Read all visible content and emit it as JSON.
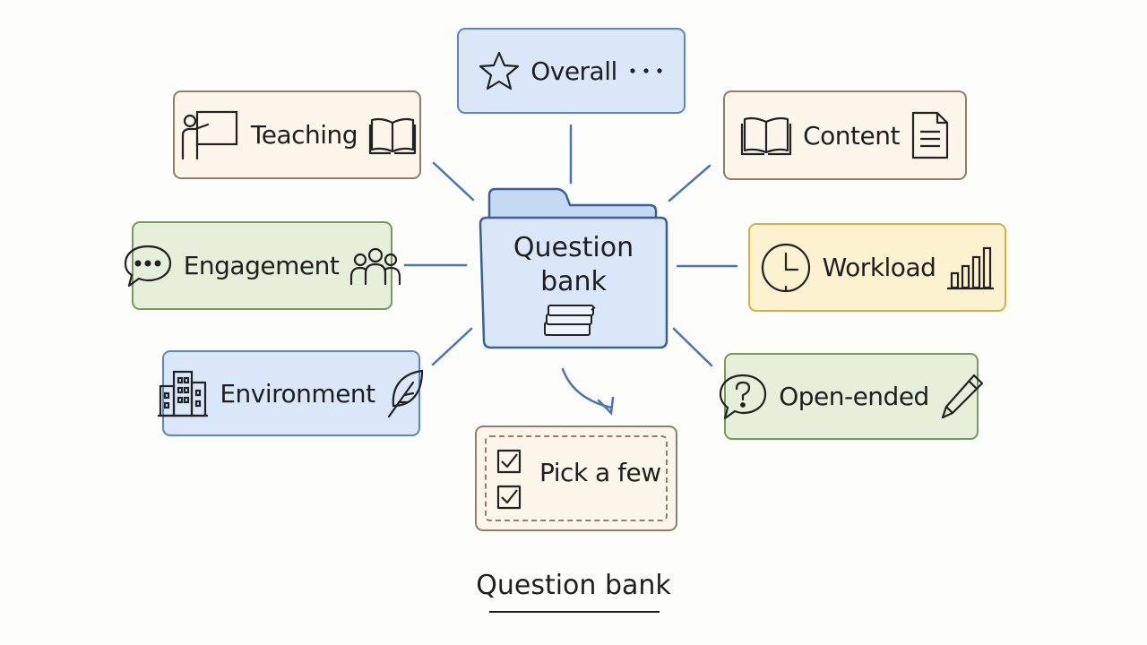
{
  "center": {
    "title_line1": "Question",
    "title_line2": "bank"
  },
  "categories": [
    {
      "label": "Overall"
    },
    {
      "label": "Teaching"
    },
    {
      "label": "Content"
    },
    {
      "label": "Engagement"
    },
    {
      "label": "Workload"
    },
    {
      "label": "Environment"
    },
    {
      "label": "Open-ended"
    }
  ],
  "selection": {
    "label": "Pick a few"
  },
  "caption": "Question bank",
  "colors": {
    "beige_fill": "#fbf6e9",
    "beige_border": "#8f7f68",
    "blue_fill": "#d9e7f8",
    "blue_border": "#5c86c2",
    "green_fill": "#e5efd9",
    "green_border": "#769a5c",
    "yellow_fill": "#fcf2cf",
    "yellow_border": "#d4b048",
    "connector": "#4a74b4"
  }
}
